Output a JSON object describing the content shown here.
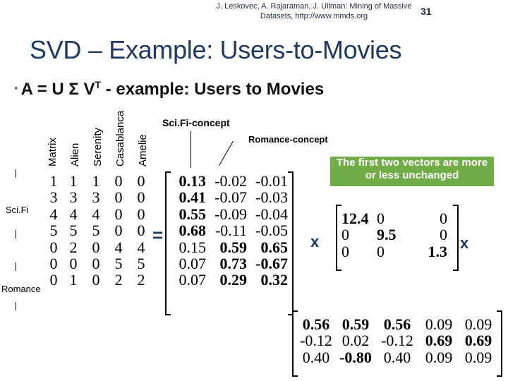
{
  "header": {
    "citation": "J. Leskovec, A. Rajaraman, J. Ullman: Mining of Massive Datasets, http://www.mmds.org",
    "page_number": "31"
  },
  "slide": {
    "title": "SVD – Example: Users-to-Movies",
    "bullet": "A = U Σ V",
    "bullet_sup": "T",
    "bullet_rest": " - example: Users to Movies"
  },
  "movies": [
    "Matrix",
    "Alien",
    "Serenity",
    "Casablanca",
    "Amelie"
  ],
  "side_labels": {
    "scifi": "Sci.Fi",
    "romance": "Romance"
  },
  "matrix_A": [
    [
      "1",
      "1",
      "1",
      "0",
      "0"
    ],
    [
      "3",
      "3",
      "3",
      "0",
      "0"
    ],
    [
      "4",
      "4",
      "4",
      "0",
      "0"
    ],
    [
      "5",
      "5",
      "5",
      "0",
      "0"
    ],
    [
      "0",
      "2",
      "0",
      "4",
      "4"
    ],
    [
      "0",
      "0",
      "0",
      "5",
      "5"
    ],
    [
      "0",
      "1",
      "0",
      "2",
      "2"
    ]
  ],
  "equals": "=",
  "concept_labels": {
    "scifi": "Sci.Fi-concept",
    "romance": "Romance-concept"
  },
  "matrix_U": [
    [
      "0.13",
      "-0.02",
      "-0.01"
    ],
    [
      "0.41",
      "-0.07",
      "-0.03"
    ],
    [
      "0.55",
      "-0.09",
      "-0.04"
    ],
    [
      "0.68",
      "-0.11",
      "-0.05"
    ],
    [
      "0.15",
      "0.59",
      "0.65"
    ],
    [
      "0.07",
      "0.73",
      "-0.67"
    ],
    [
      "0.07",
      "0.29",
      "0.32"
    ]
  ],
  "times": "x",
  "note": "The first two vectors are more or less unchanged",
  "matrix_Sigma": [
    [
      "12.4",
      "0",
      "0"
    ],
    [
      "0",
      "9.5",
      "0"
    ],
    [
      "0",
      "0",
      "1.3"
    ]
  ],
  "matrix_VT": [
    [
      "0.56",
      "0.59",
      "0.56",
      "0.09",
      "0.09"
    ],
    [
      "-0.12",
      "0.02",
      "-0.12",
      "0.69",
      "0.69"
    ],
    [
      "0.40",
      "-0.80",
      "0.40",
      "0.09",
      "0.09"
    ]
  ],
  "colors": {
    "title": "#1f3864",
    "note_bg": "#70ad47"
  }
}
